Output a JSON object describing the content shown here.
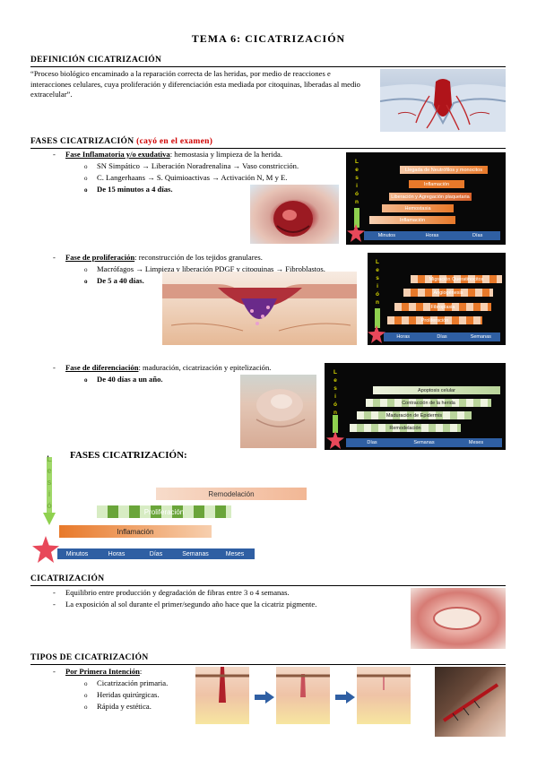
{
  "title": "TEMA 6: CICATRIZACIÓN",
  "definicion": {
    "heading": "DEFINICIÓN CICATRIZACIÓN",
    "text": "“Proceso biológico encaminado a la reparación correcta de las heridas, por medio de reacciones e interacciones celulares, cuya proliferación y diferenciación esta mediada por citoquinas, liberadas al medio extracelular”."
  },
  "fases": {
    "heading": "FASES CICATRIZACIÓN",
    "note": "(cayó en el examen)",
    "inflamatoria": {
      "label": "Fase Inflamatoria y/o exudativa",
      "desc": ": hemostasia y limpieza de la herida.",
      "items": [
        "SN Simpático → Liberación Noradrenalina → Vaso constricción.",
        "C. Langerhaans → S. Quimioactivas → Activación N, M y E."
      ],
      "time": "De 15 minutos a 4 días."
    },
    "proliferacion": {
      "label": "Fase de proliferación",
      "desc": ": reconstrucción de los tejidos granulares.",
      "items": [
        "Macrófagos → Limpieza y liberación PDGF y citoquinas → Fibroblastos."
      ],
      "time": "De 5 a 40 días."
    },
    "diferenciacion": {
      "label": "Fase de diferenciación",
      "desc": ": maduración, cicatrización y epitelización.",
      "time": "De 40 días a un año."
    }
  },
  "diagram1": {
    "side_letters": [
      "L",
      "e",
      "s",
      "i",
      "ó",
      "n"
    ],
    "bars": [
      "Llegada de Neutrófilos y monocitos",
      "Inflamación",
      "Liberación y Agregación plaquetaria",
      "Hemostasia",
      "Inflamación"
    ],
    "axis": [
      "Minutos",
      "Horas",
      "Días"
    ]
  },
  "diagram2": {
    "side_letters": [
      "L",
      "e",
      "s",
      "i",
      "ó",
      "n"
    ],
    "bars": [
      "Migración Queratinocitos",
      "Angiogénesis",
      "Fibroplasia",
      "Proliferación"
    ],
    "axis": [
      "Horas",
      "Días",
      "Semanas"
    ]
  },
  "diagram3": {
    "side_letters": [
      "L",
      "e",
      "s",
      "i",
      "ó",
      "n"
    ],
    "bars": [
      "Apoptosis celular",
      "Contracción de la herida",
      "Maduración de Epidermis",
      "Remodelación"
    ],
    "axis": [
      "Días",
      "Semanas",
      "Meses"
    ]
  },
  "big_diagram": {
    "title": "FASES CICATRIZACIÓN:",
    "side_letters": [
      "L",
      "e",
      "s",
      "i",
      "ó",
      "n"
    ],
    "bars": [
      "Remodelación",
      "Proliferación",
      "Inflamación"
    ],
    "axis": [
      "Minutos",
      "Horas",
      "Días",
      "Semanas",
      "Meses"
    ]
  },
  "cicatrizacion": {
    "heading": "CICATRIZACIÓN",
    "items": [
      "Equilibrio entre producción y degradación de fibras entre 3 o 4 semanas.",
      "La exposición al sol durante el primer/segundo año hace que la cicatriz pigmente."
    ]
  },
  "tipos": {
    "heading": "TIPOS DE CICATRIZACIÓN",
    "primera": {
      "label": "Por Primera Intención",
      "items": [
        "Cicatrización primaria.",
        "Heridas quirúrgicas.",
        "Rápida y estética."
      ]
    }
  },
  "colors": {
    "accent_red": "#d00000",
    "lesion_yellow": "#d7d700",
    "axis_blue": "#2f5fa3",
    "green_arrow": "#8fd14f",
    "orange": "#e8792a",
    "star": "#e8485a"
  }
}
